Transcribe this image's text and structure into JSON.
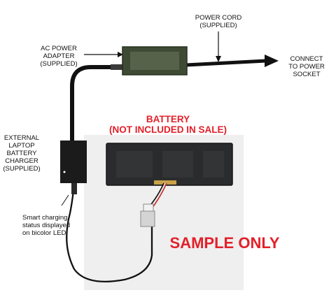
{
  "labels": {
    "power_cord": [
      "POWER CORD",
      "(SUPPLIED)"
    ],
    "ac_adapter": [
      "AC POWER",
      "ADAPTER",
      "(SUPPLIED)"
    ],
    "connect": [
      "CONNECT",
      "TO POWER",
      "SOCKET"
    ],
    "external_charger": [
      "EXTERNAL",
      "LAPTOP",
      "BATTERY",
      "CHARGER",
      "(SUPPLIED)"
    ],
    "smart_led": [
      "Smart charging",
      "status displayed",
      "on bicolor LED"
    ]
  },
  "battery_title": [
    "BATTERY",
    "(NOT INCLUDED IN SALE)"
  ],
  "watermark": "SAMPLE ONLY",
  "colors": {
    "label_text": "#111111",
    "alert_red": "#e3202a",
    "cable": "#111111",
    "adapter_body": "#3f4a34",
    "photo_backdrop": "#efefef",
    "battery_body": "#2a2b2d"
  }
}
